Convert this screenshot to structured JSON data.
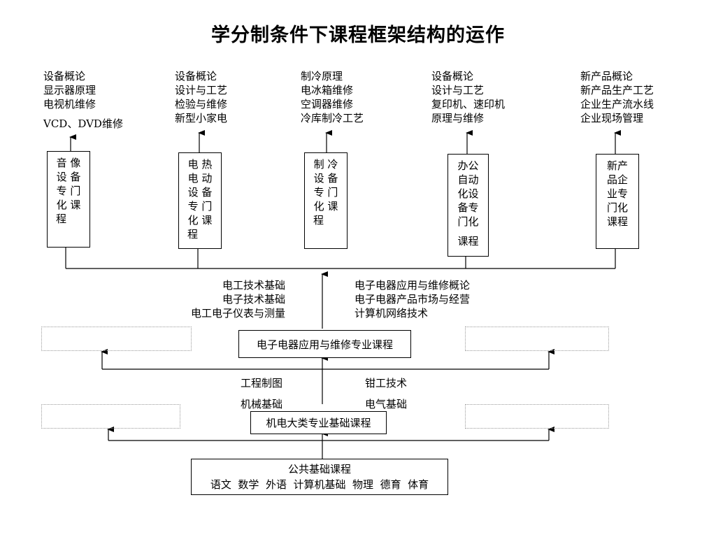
{
  "title": "学分制条件下课程框架结构的运作",
  "top_lists": [
    [
      "设备概论",
      "显示器原理",
      "电视机维修",
      "VCD、DVD维修"
    ],
    [
      "设备概论",
      "设计与工艺",
      "检验与维修",
      "新型小家电"
    ],
    [
      "制冷原理",
      "电冰箱维修",
      "空调器维修",
      "冷库制冷工艺"
    ],
    [
      "设备概论",
      "设计与工艺",
      "复印机、速印机",
      "原理与维修"
    ],
    [
      "新产品概论",
      "新产品生产工艺",
      "企业生产流水线",
      "企业现场管理"
    ]
  ],
  "specialty_boxes": [
    [
      "音 像",
      "设 备",
      "专 门",
      "化 课",
      "程"
    ],
    [
      "电 热",
      "电 动",
      "设 备",
      "专 门",
      "化 课",
      "程"
    ],
    [
      "制 冷",
      "设 备",
      "专 门",
      "化 课",
      "程"
    ],
    [
      "办公",
      "自动",
      "化设",
      "备专",
      "门化",
      "课程"
    ],
    [
      "新产",
      "品企",
      "业专",
      "门化",
      "课程"
    ]
  ],
  "middle_left_labels": [
    "电工技术基础",
    "电子技术基础",
    "电工电子仪表与测量"
  ],
  "middle_right_labels": [
    "电子电器应用与维修概论",
    "电子电器产品市场与经营",
    "计算机网络技术"
  ],
  "major_course": "电子电器应用与维修专业课程",
  "lower_left_labels": [
    "工程制图",
    "机械基础"
  ],
  "lower_right_labels": [
    "钳工技术",
    "电气基础"
  ],
  "foundation_course": "机电大类专业基础课程",
  "public_course": {
    "title": "公共基础课程",
    "subjects": "语文  数学  外语  计算机基础  物理  德育  体育"
  }
}
